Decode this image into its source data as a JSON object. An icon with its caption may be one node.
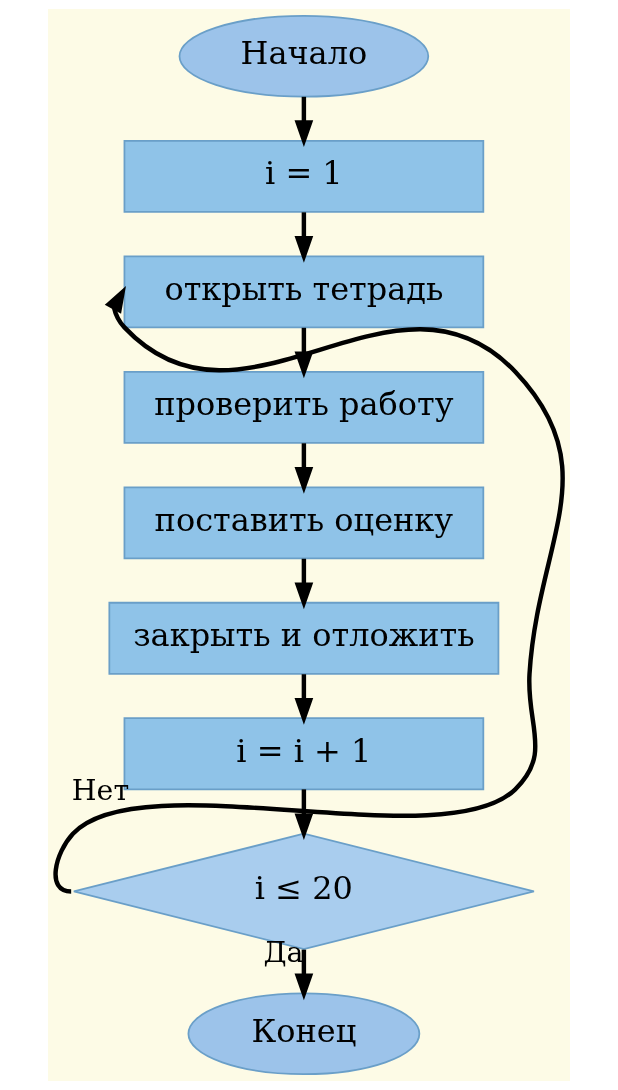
{
  "diagram": {
    "nodes": [
      {
        "text": [
          "Начало"
        ]
      },
      {
        "text": [
          "i = 1"
        ]
      },
      {
        "text": [
          "открыть тетрадь"
        ]
      },
      {
        "text": [
          "проверить работу"
        ]
      },
      {
        "text": [
          "поставить оценку"
        ]
      },
      {
        "text": [
          "закрыть и отложить"
        ]
      },
      {
        "text": [
          "i = i + 1"
        ]
      },
      {
        "text": [
          "i ≤ 20"
        ]
      },
      {
        "text": [
          "Конец"
        ]
      }
    ],
    "edges": [
      {
        "from": 0,
        "to": 1,
        "arrow": "to"
      },
      {
        "from": 1,
        "to": 2,
        "arrow": "to"
      },
      {
        "from": 2,
        "to": 3,
        "arrow": "to"
      },
      {
        "from": 3,
        "to": 4,
        "arrow": "to"
      },
      {
        "from": 4,
        "to": 5,
        "arrow": "to"
      },
      {
        "from": 5,
        "to": 6,
        "arrow": "to"
      },
      {
        "from": 6,
        "to": 7,
        "arrow": "to"
      },
      {
        "from": 7,
        "to": 2,
        "arrow": "to",
        "label": "Нет"
      },
      {
        "from": 7,
        "to": 8,
        "arrow": "to",
        "label": "Да"
      }
    ]
  }
}
